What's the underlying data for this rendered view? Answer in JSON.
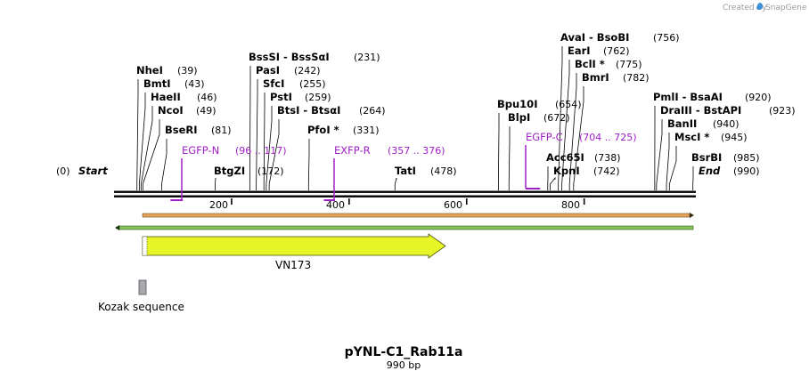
{
  "watermark": {
    "prefix": "Created by",
    "brand": "SnapGene"
  },
  "map": {
    "title": "pYNL-C1_Rab11a",
    "length_label": "990 bp",
    "total_bp": 990,
    "ticks": [
      "200",
      "400",
      "600",
      "800"
    ],
    "tick_values": [
      200,
      400,
      600,
      800
    ]
  },
  "left_labels": [
    {
      "pos": "(0)",
      "name": "Start"
    }
  ],
  "enzymes_left": [
    {
      "name": "NheI",
      "pos": "(39)",
      "bp": 39
    },
    {
      "name": "BmtI",
      "pos": "(43)",
      "bp": 43
    },
    {
      "name": "HaeII",
      "pos": "(46)",
      "bp": 46
    },
    {
      "name": "NcoI",
      "pos": "(49)",
      "bp": 49
    },
    {
      "name": "BseRI",
      "pos": "(81)",
      "bp": 81
    }
  ],
  "enzymes_mid": [
    {
      "name": "BssSI  - BssSαI",
      "pos": "(231)",
      "bp": 231
    },
    {
      "name": "PasI",
      "pos": "(242)",
      "bp": 242
    },
    {
      "name": "SfcI",
      "pos": "(255)",
      "bp": 255
    },
    {
      "name": "PstI",
      "pos": "(259)",
      "bp": 259
    },
    {
      "name": "BtsI  - BtsαI",
      "pos": "(264)",
      "bp": 264
    },
    {
      "name": "PfoI *",
      "pos": "(331)",
      "bp": 331
    },
    {
      "name": "BtgZI",
      "pos": "(172)",
      "bp": 172
    },
    {
      "name": "TatI",
      "pos": "(478)",
      "bp": 478
    }
  ],
  "enzymes_right": [
    {
      "name": "AvaI  - BsoBI",
      "pos": "(756)",
      "bp": 756
    },
    {
      "name": "EarI",
      "pos": "(762)",
      "bp": 762
    },
    {
      "name": "BclI *",
      "pos": "(775)",
      "bp": 775
    },
    {
      "name": "BmrI",
      "pos": "(782)",
      "bp": 782
    },
    {
      "name": "Bpu10I",
      "pos": "(654)",
      "bp": 654
    },
    {
      "name": "BlpI",
      "pos": "(672)",
      "bp": 672
    },
    {
      "name": "Acc65I",
      "pos": "(738)",
      "bp": 738
    },
    {
      "name": "KpnI",
      "pos": "(742)",
      "bp": 742
    },
    {
      "name": "PmlI  - BsaAI",
      "pos": "(920)",
      "bp": 920
    },
    {
      "name": "DraIII  - BstAPI",
      "pos": "(923)",
      "bp": 923
    },
    {
      "name": "BanII",
      "pos": "(940)",
      "bp": 940
    },
    {
      "name": "MscI *",
      "pos": "(945)",
      "bp": 945
    },
    {
      "name": "BsrBI",
      "pos": "(985)",
      "bp": 985
    }
  ],
  "end_label": {
    "name": "End",
    "pos": "(990)"
  },
  "primers": [
    {
      "name": "EGFP-N",
      "range": "(96 .. 117)",
      "start": 96,
      "end": 117
    },
    {
      "name": "EXFP-R",
      "range": "(357 .. 376)",
      "start": 357,
      "end": 376
    },
    {
      "name": "EGFP-C",
      "range": "(704 .. 725)",
      "start": 704,
      "end": 725
    }
  ],
  "features": [
    {
      "name": "VN173",
      "start": 49,
      "end": 567,
      "color": "#e6f525"
    },
    {
      "name": "Kozak sequence",
      "start": 39,
      "end": 49,
      "color": "#a8a8ad"
    }
  ],
  "colors": {
    "forward_strand": "#e8a25a",
    "reverse_strand": "#86c35b",
    "primer": "#a020c8",
    "backbone": "#000000"
  }
}
